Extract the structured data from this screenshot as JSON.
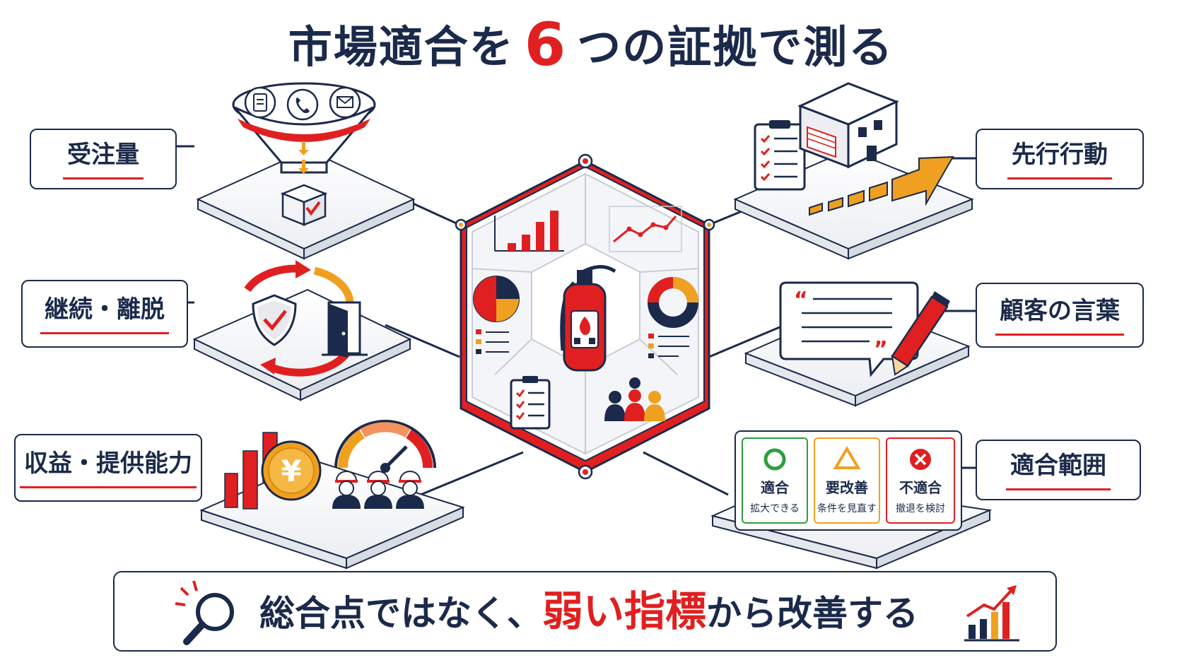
{
  "title": {
    "prefix": "市場適合を",
    "number": "6",
    "suffix": "つの証拠で測る"
  },
  "labels": {
    "orders": "受注量",
    "retention": "継続・離脱",
    "revenue": "収益・提供能力",
    "leading": "先行行動",
    "voice": "顧客の言葉",
    "scope": "適合範囲"
  },
  "fit_cards": [
    {
      "title": "適合",
      "sub": "拡大できる",
      "color": "#2e9e3e"
    },
    {
      "title": "要改善",
      "sub": "条件を見直す",
      "color": "#f0a020"
    },
    {
      "title": "不適合",
      "sub": "撤退を検討",
      "color": "#e02020"
    }
  ],
  "bottom": {
    "pre": "総合点ではなく、",
    "emphasis": "弱い指標",
    "post": "から改善する"
  },
  "colors": {
    "navy": "#1b2a4a",
    "red": "#e02020",
    "orange": "#f0a020",
    "green": "#2e9e3e",
    "gray": "#c8ccd4"
  }
}
